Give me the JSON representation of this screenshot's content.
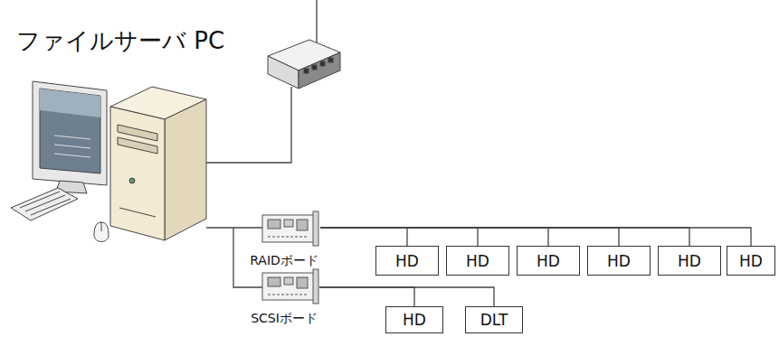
{
  "diagram": {
    "nodes": [
      {
        "text": [
          "RAIDボード"
        ]
      },
      {
        "text": [
          "HD"
        ]
      },
      {
        "text": [
          "HD"
        ]
      },
      {
        "text": [
          "HD"
        ]
      },
      {
        "text": [
          "HD"
        ]
      },
      {
        "text": [
          "HD"
        ]
      },
      {
        "text": [
          "HD"
        ]
      },
      {
        "text": [
          "SCSIボード"
        ]
      },
      {
        "text": [
          "HD"
        ]
      },
      {
        "text": [
          "DLT"
        ]
      }
    ],
    "edges": [
      {
        "from": 0,
        "to": 1,
        "arrow": "none"
      },
      {
        "from": 0,
        "to": 2,
        "arrow": "none"
      },
      {
        "from": 0,
        "to": 3,
        "arrow": "none"
      },
      {
        "from": 0,
        "to": 4,
        "arrow": "none"
      },
      {
        "from": 0,
        "to": 5,
        "arrow": "none"
      },
      {
        "from": 0,
        "to": 6,
        "arrow": "none"
      },
      {
        "from": 7,
        "to": 8,
        "arrow": "none"
      },
      {
        "from": 7,
        "to": 9,
        "arrow": "none"
      }
    ],
    "labels": [
      "ファイルサーバ PC"
    ]
  }
}
